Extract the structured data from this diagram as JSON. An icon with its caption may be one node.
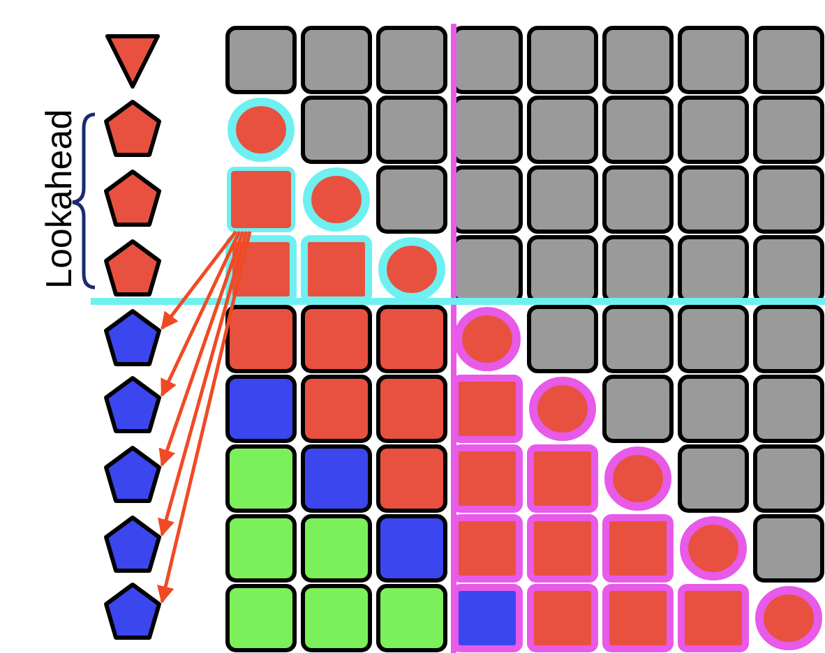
{
  "diagram": {
    "nodes": [
      {
        "text": [],
        "shape": "triangle"
      },
      {
        "text": [],
        "shape": "pentagon"
      },
      {
        "text": [],
        "shape": "pentagon"
      },
      {
        "text": [],
        "shape": "pentagon"
      },
      {
        "text": [],
        "shape": "pentagon"
      },
      {
        "text": [],
        "shape": "pentagon"
      },
      {
        "text": [],
        "shape": "pentagon"
      },
      {
        "text": [],
        "shape": "pentagon"
      },
      {
        "text": [],
        "shape": "pentagon"
      },
      {
        "text": [],
        "shape": "box"
      }
    ],
    "edges": [
      {
        "from": 9,
        "to": 4,
        "arrow": "to"
      },
      {
        "from": 9,
        "to": 5,
        "arrow": "to"
      },
      {
        "from": 9,
        "to": 6,
        "arrow": "to"
      },
      {
        "from": 9,
        "to": 7,
        "arrow": "to"
      },
      {
        "from": 9,
        "to": 8,
        "arrow": "to"
      }
    ],
    "labels": [
      "Lookahead"
    ]
  }
}
